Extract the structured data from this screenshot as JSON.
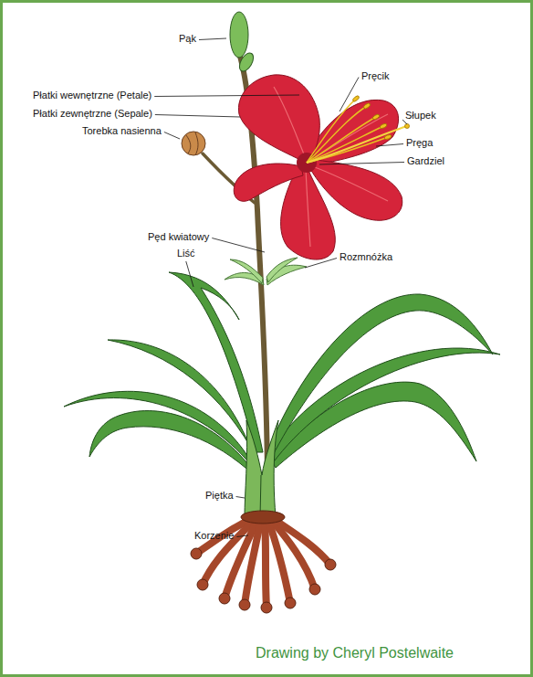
{
  "diagram": {
    "labels": [
      "Pąk",
      "Pręcik",
      "Płatki wewnętrzne (Petale)",
      "Płatki zewnętrzne (Sepale)",
      "Torebka nasienna",
      "Słupek",
      "Pręga",
      "Gardziel",
      "Pęd kwiatowy",
      "Liść",
      "Rozmnóżka",
      "Piętka",
      "Korzenie",
      "Drawing by Cheryl Postelwaite"
    ]
  }
}
